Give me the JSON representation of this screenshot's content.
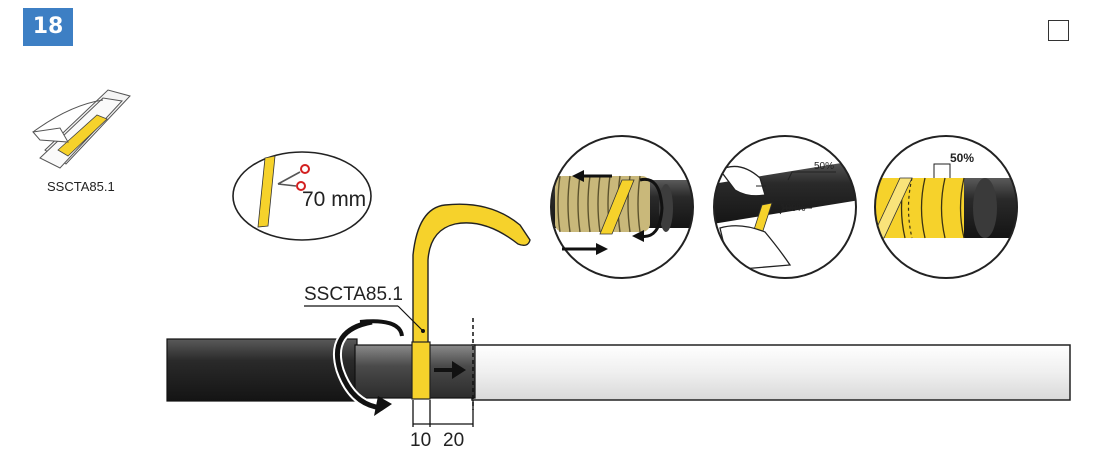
{
  "step": {
    "number": "18"
  },
  "icon_product": {
    "label": "SSCTA85.1"
  },
  "cut_callout": {
    "length_label": "70 mm"
  },
  "main": {
    "tape_label": "SSCTA85.1",
    "dim_left": "10",
    "dim_right": "20"
  },
  "detail_overlap": {
    "label_top": "50%",
    "label_bottom": "100%"
  },
  "detail_result": {
    "label": "50%"
  },
  "colors": {
    "tape_yellow": "#f6d22b",
    "cable_dark": "#2b2b2b",
    "cable_light": "#f2f2f2",
    "badge_blue": "#3d7fc4"
  }
}
